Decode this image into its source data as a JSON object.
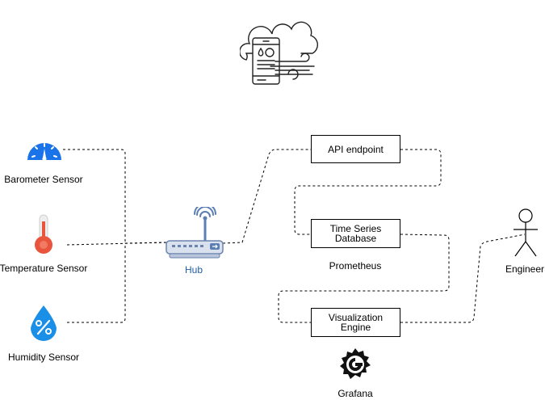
{
  "sensors": {
    "barometer": "Barometer Sensor",
    "temperature": "Temperature Sensor",
    "humidity": "Humidity Sensor"
  },
  "hub": {
    "label": "Hub"
  },
  "boxes": {
    "api": "API endpoint",
    "tsdb_line1": "Time Series",
    "tsdb_line2": "Database",
    "viz_line1": "Visualization",
    "viz_line2": "Engine"
  },
  "captions": {
    "prometheus": "Prometheus",
    "grafana": "Grafana",
    "engineer": "Engineer"
  },
  "colors": {
    "barometer_blue": "#1a73e8",
    "thermo_red": "#e8553c",
    "humidity_blue": "#1a8fe8",
    "hub_blue": "#1f5fa8"
  },
  "icons": [
    "weather-app-icon",
    "barometer-icon",
    "thermometer-icon",
    "humidity-drop-icon",
    "router-icon",
    "grafana-icon",
    "engineer-stick-figure-icon"
  ]
}
